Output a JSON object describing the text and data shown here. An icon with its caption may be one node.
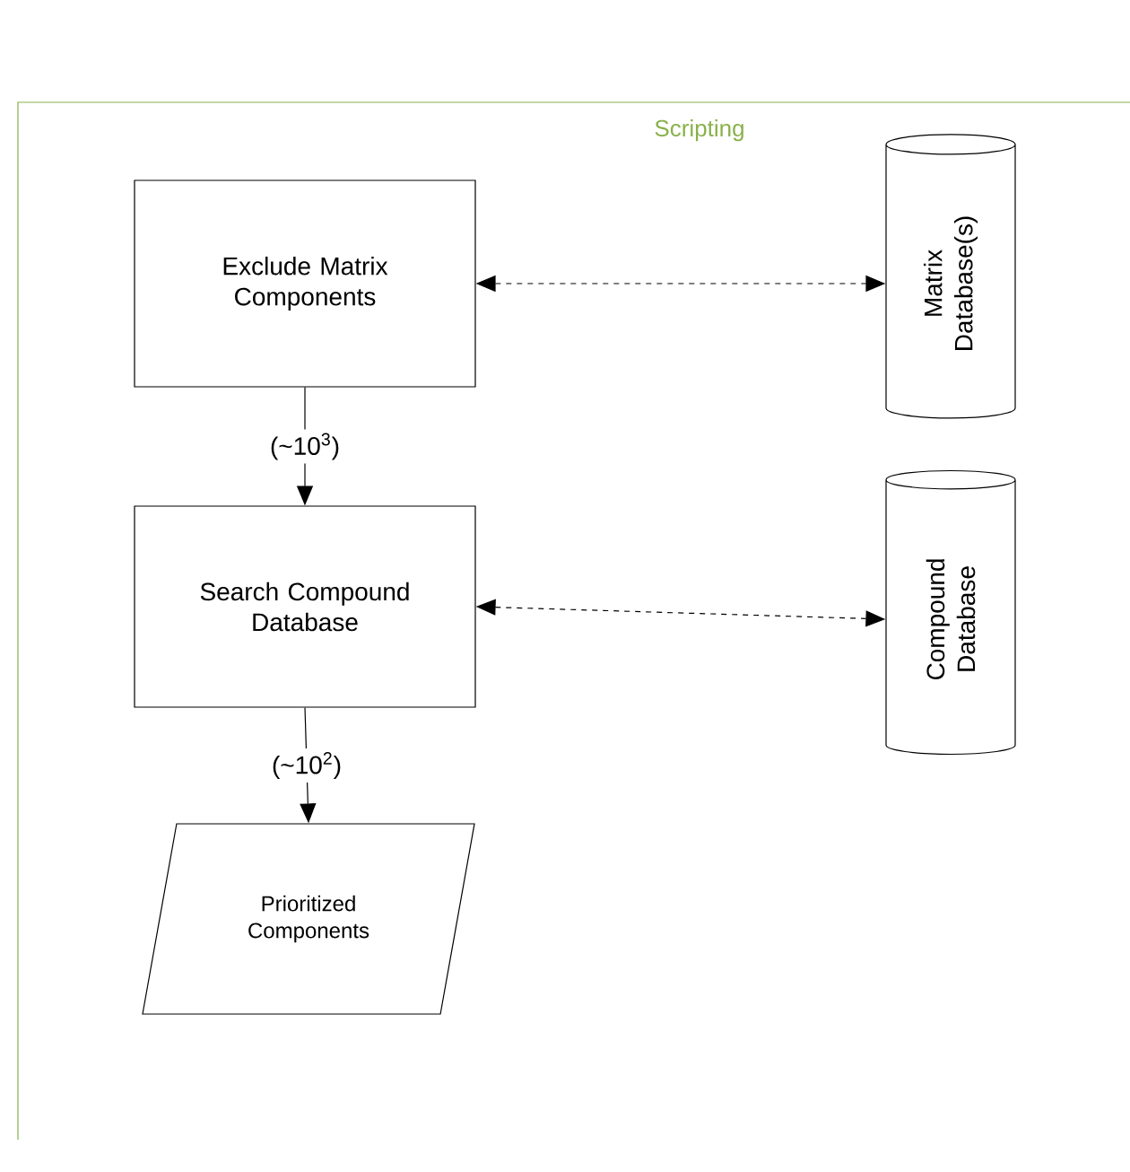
{
  "diagram": {
    "nodes": [
      {
        "text": [
          "Scripting"
        ]
      },
      {
        "text": [
          "Exclude Matrix Components"
        ],
        "in": 0
      },
      {
        "text": [
          "Matrix Database(s)"
        ],
        "in": 0
      },
      {
        "text": [
          "Search Compound Database"
        ],
        "in": 0
      },
      {
        "text": [
          "Compound Database"
        ],
        "in": 0
      },
      {
        "text": [
          "Prioritized Components"
        ],
        "in": 0
      }
    ],
    "edges": [
      {
        "from": 1,
        "to": 2,
        "arrow": "both",
        "style": "dashed"
      },
      {
        "from": 1,
        "to": 3,
        "arrow": "to",
        "label": "(~10$^{3}$)"
      },
      {
        "from": 3,
        "to": 4,
        "arrow": "both",
        "style": "dashed"
      },
      {
        "from": 3,
        "to": 5,
        "arrow": "to",
        "label": "(~10$^{2}$)"
      }
    ]
  }
}
